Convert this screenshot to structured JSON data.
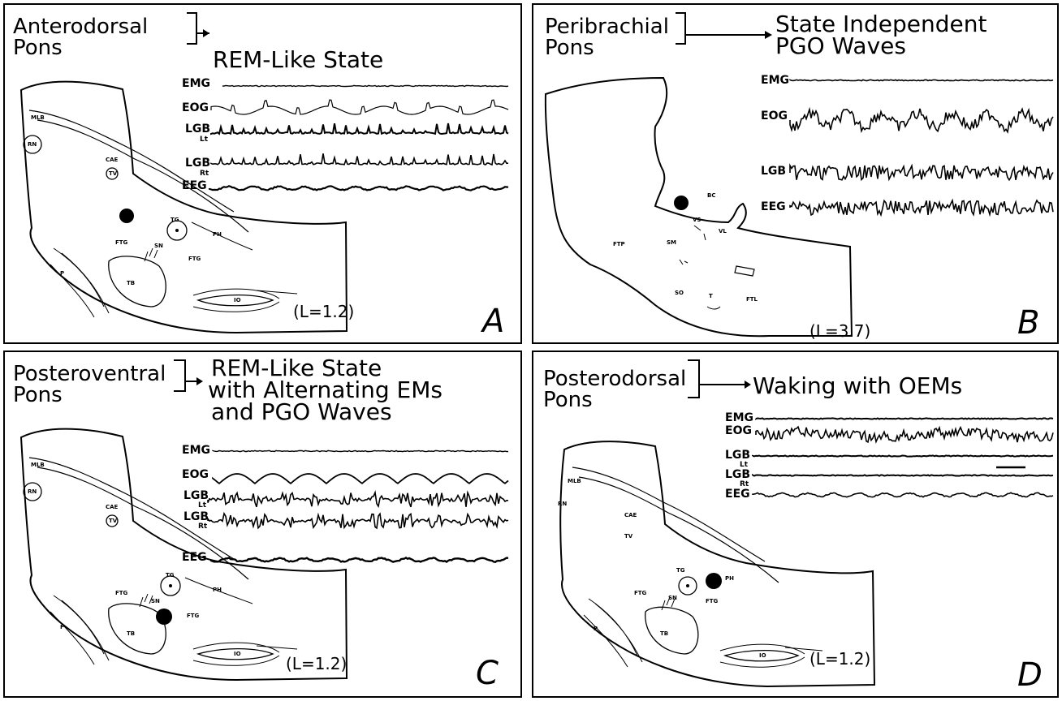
{
  "panels": {
    "A": {
      "letter": "A",
      "region": [
        "Anterodorsal",
        "Pons"
      ],
      "state": [
        "REM-Like State"
      ],
      "channels": [
        "EMG",
        "EOG",
        "LGB",
        "LGB",
        "EEG"
      ],
      "channel_subs": [
        "",
        "",
        "Lt",
        "Rt",
        ""
      ],
      "level": "(L=1.2)",
      "anat": [
        "MLB",
        "CAE",
        "RN",
        "TV",
        "TG",
        "PH",
        "FTG",
        "SN",
        "FTG",
        "P",
        "TB",
        "IO"
      ]
    },
    "B": {
      "letter": "B",
      "region": [
        "Peribrachial",
        "Pons"
      ],
      "state": [
        "State Independent",
        "PGO Waves"
      ],
      "channels": [
        "EMG",
        "EOG",
        "LGB",
        "EEG"
      ],
      "level": "(L=3.7)",
      "anat": [
        "BC",
        "VS",
        "VL",
        "FTP",
        "SM",
        "SO",
        "T",
        "FTL"
      ]
    },
    "C": {
      "letter": "C",
      "region": [
        "Posteroventral",
        "Pons"
      ],
      "state": [
        "REM-Like State",
        "with Alternating EMs",
        "and PGO Waves"
      ],
      "channels": [
        "EMG",
        "EOG",
        "LGB",
        "LGB",
        "EEG"
      ],
      "channel_subs": [
        "",
        "",
        "Lt",
        "Rt",
        ""
      ],
      "level": "(L=1.2)",
      "anat": [
        "MLB",
        "CAE",
        "RN",
        "TV",
        "TG",
        "PH",
        "FTG",
        "SN",
        "FTG",
        "P",
        "TB",
        "IO"
      ]
    },
    "D": {
      "letter": "D",
      "region": [
        "Posterodorsal",
        "Pons"
      ],
      "state": [
        "Waking with OEMs"
      ],
      "channels": [
        "EMG",
        "EOG",
        "LGB",
        "LGB",
        "EEG"
      ],
      "channel_subs": [
        "",
        "",
        "Lt",
        "Rt",
        ""
      ],
      "level": "(L=1.2)",
      "anat": [
        "MLB",
        "CAE",
        "RN",
        "TV",
        "TG",
        "PH",
        "FTG",
        "SN",
        "FTG",
        "P",
        "TB",
        "IO"
      ]
    }
  }
}
